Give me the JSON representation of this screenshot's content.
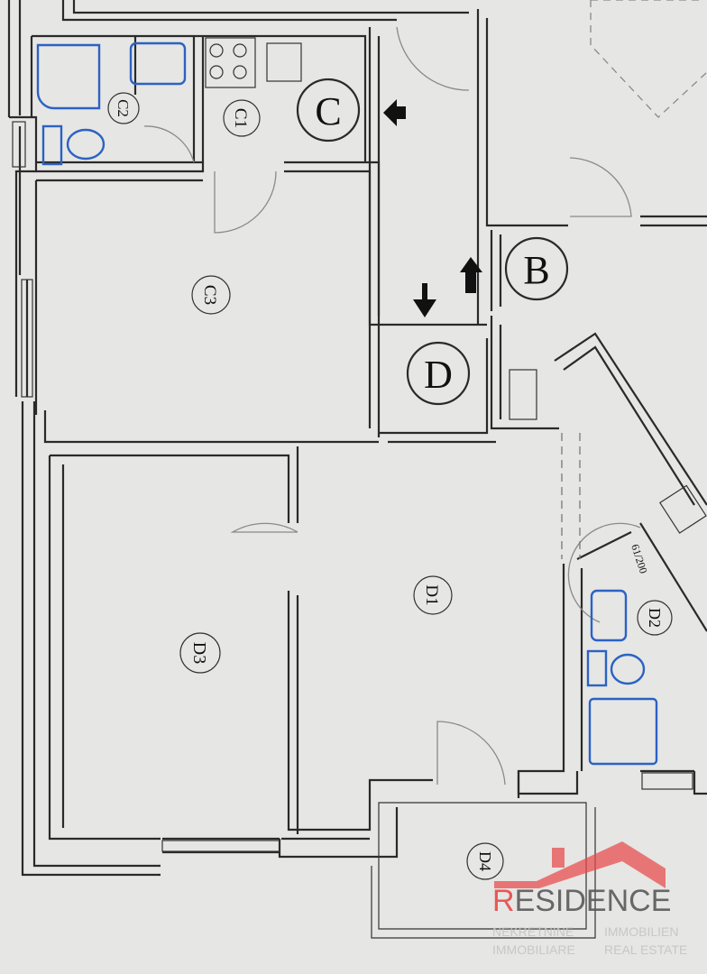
{
  "plan": {
    "rooms": {
      "c": "C",
      "c1": "C1",
      "c2": "C2",
      "c3": "C3",
      "b": "B",
      "d": "D",
      "d1": "D1",
      "d2": "D2",
      "d3": "D3",
      "d4": "D4"
    },
    "door_note": "61/200"
  },
  "logo": {
    "first_letter": "R",
    "rest": "ESIDENCE",
    "sub_left_1": "NEKRETNINE",
    "sub_left_2": "IMMOBILIARE",
    "sub_right_1": "IMMOBILIEN",
    "sub_right_2": "REAL ESTATE",
    "accent_color": "#e8494a"
  }
}
